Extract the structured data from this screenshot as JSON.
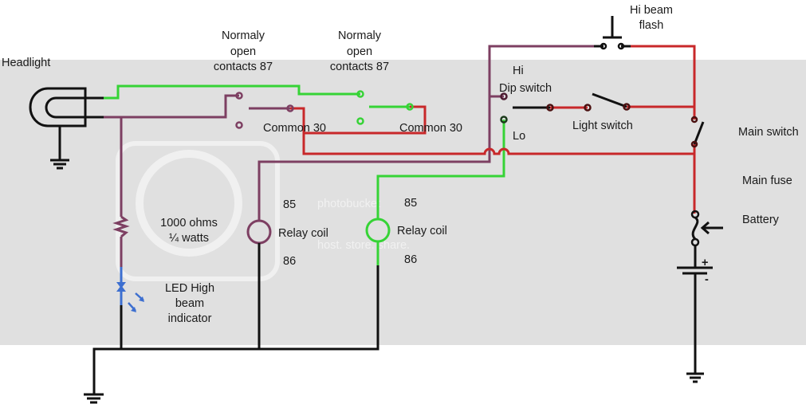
{
  "diagram": {
    "labels": {
      "headlight": "Headlight",
      "no_contacts_1": [
        "Normaly",
        "open",
        "contacts 87"
      ],
      "no_contacts_2": [
        "Normaly",
        "open",
        "contacts 87"
      ],
      "common_1": "Common 30",
      "common_2": "Common 30",
      "hi_beam_flash": [
        "Hi beam",
        "flash"
      ],
      "hi": "Hi",
      "dip_switch": "Dip switch",
      "lo": "Lo",
      "light_switch": "Light switch",
      "main_switch": "Main switch",
      "main_fuse": "Main fuse",
      "battery": "Battery",
      "resistor": [
        "1000 ohms",
        "¼ watts"
      ],
      "led": [
        "LED High",
        "beam",
        "indicator"
      ],
      "relay1": {
        "pin85": "85",
        "coil": "Relay coil",
        "pin86": "86"
      },
      "relay2": {
        "pin85": "85",
        "coil": "Relay coil",
        "pin86": "86"
      },
      "battery_plus": "+",
      "battery_minus": "-"
    },
    "watermark": [
      "photobucket",
      "host. store. share."
    ],
    "colors": {
      "feed": "#c8282a",
      "high_beam": "#7d3f62",
      "low_beam": "#36d336",
      "ground": "#111111",
      "led": "#3d6fd0",
      "band": "#e0e0e0"
    }
  }
}
